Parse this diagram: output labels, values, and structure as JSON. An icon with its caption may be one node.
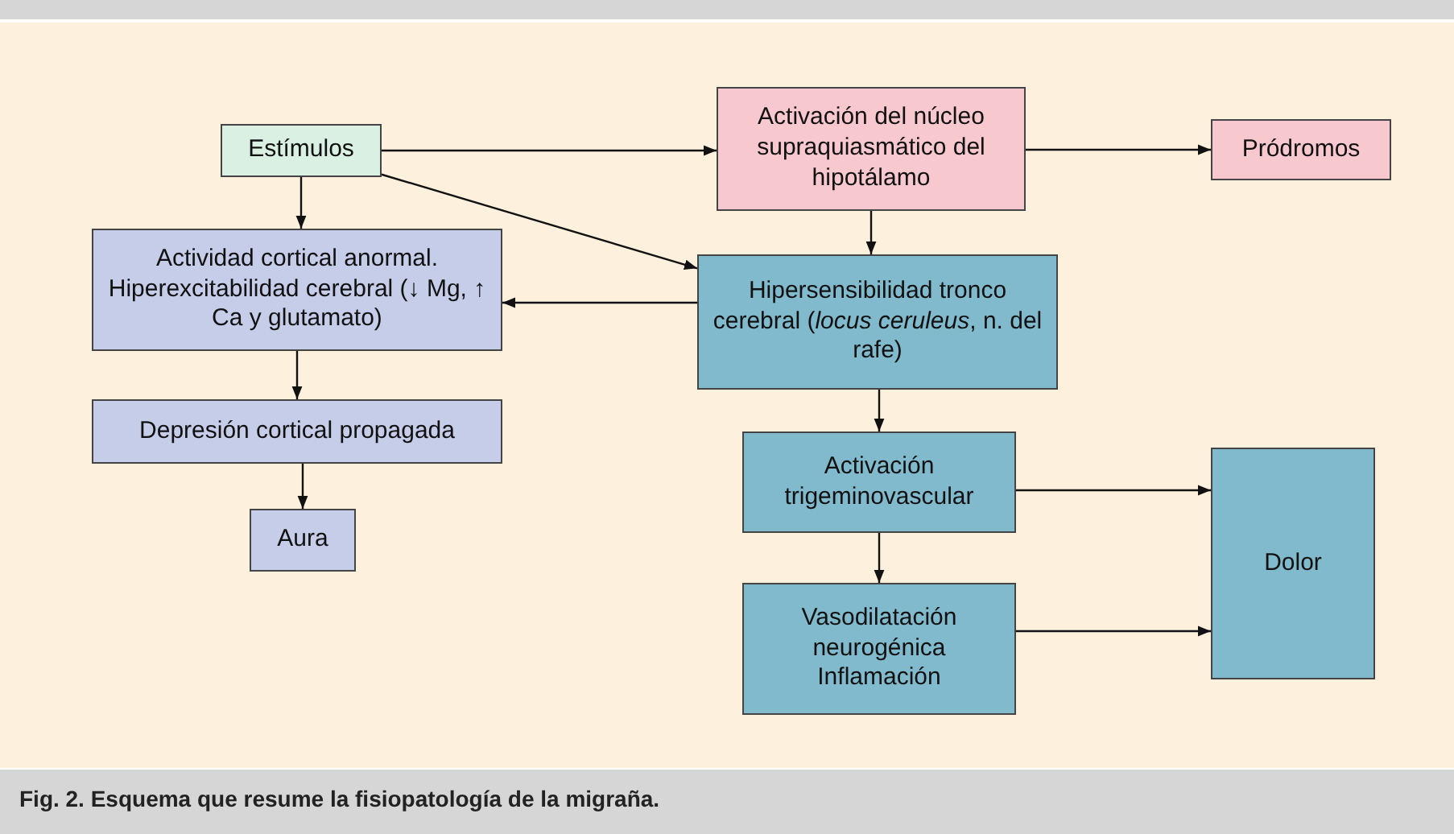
{
  "diagram": {
    "caption": "Fig. 2. Esquema que resume la fisiopatología de la migraña.",
    "nodes": [
      {
        "text": [
          "Estímulos"
        ]
      },
      {
        "text": [
          "Activación del núcleo supraquiasmático del hipotálamo"
        ]
      },
      {
        "text": [
          "Pródromos"
        ]
      },
      {
        "text": [
          "Actividad cortical anormal. Hiperexcitabilidad cerebral (↓ Mg, ↑ Ca y glutamato)"
        ]
      },
      {
        "text": [
          "Hipersensibilidad tronco cerebral (*locus ceruleus*, n. del rafe)"
        ]
      },
      {
        "text": [
          "Depresión cortical propagada"
        ]
      },
      {
        "text": [
          "Aura"
        ]
      },
      {
        "text": [
          "Activación trigeminovascular"
        ]
      },
      {
        "text": [
          "Vasodilatación neurogénica Inflamación"
        ]
      },
      {
        "text": [
          "Dolor"
        ]
      }
    ],
    "edges": [
      {
        "from": 0,
        "to": 1,
        "arrow": "to"
      },
      {
        "from": 1,
        "to": 2,
        "arrow": "to"
      },
      {
        "from": 0,
        "to": 4,
        "arrow": "to"
      },
      {
        "from": 0,
        "to": 3,
        "arrow": "to"
      },
      {
        "from": 1,
        "to": 4,
        "arrow": "to"
      },
      {
        "from": 4,
        "to": 3,
        "arrow": "to"
      },
      {
        "from": 3,
        "to": 5,
        "arrow": "to"
      },
      {
        "from": 5,
        "to": 6,
        "arrow": "to"
      },
      {
        "from": 4,
        "to": 7,
        "arrow": "to"
      },
      {
        "from": 7,
        "to": 8,
        "arrow": "to"
      },
      {
        "from": 7,
        "to": 9,
        "arrow": "to"
      },
      {
        "from": 8,
        "to": 9,
        "arrow": "to"
      }
    ]
  }
}
